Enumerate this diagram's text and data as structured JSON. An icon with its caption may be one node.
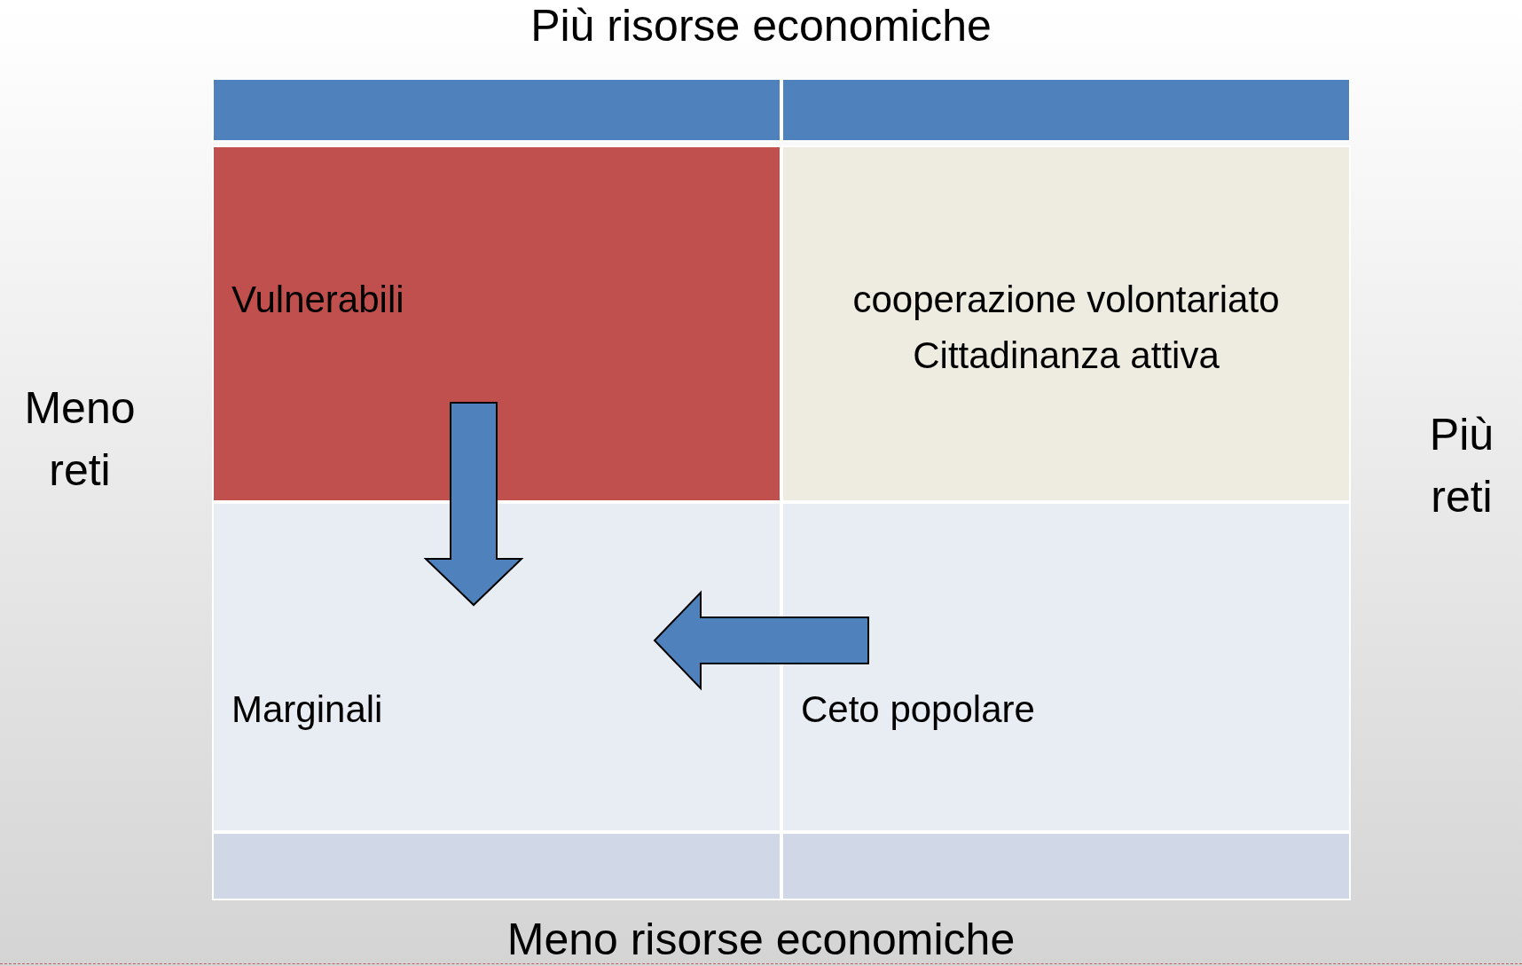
{
  "diagram": {
    "title": "Più risorse economiche",
    "nodes": [
      {
        "text": [
          "Vulnerabili"
        ]
      },
      {
        "text": [
          "cooperazione volontariato Cittadinanza attiva"
        ]
      },
      {
        "text": [
          "Marginali"
        ]
      },
      {
        "text": [
          "Ceto popolare"
        ]
      }
    ],
    "edges": [
      {
        "from": 0,
        "to": 2,
        "arrow": "to",
        "style": "thick"
      },
      {
        "from": 3,
        "to": 2,
        "arrow": "to",
        "style": "thick"
      }
    ],
    "labels": [
      "Meno reti",
      "Più reti",
      "Meno risorse economiche"
    ]
  }
}
